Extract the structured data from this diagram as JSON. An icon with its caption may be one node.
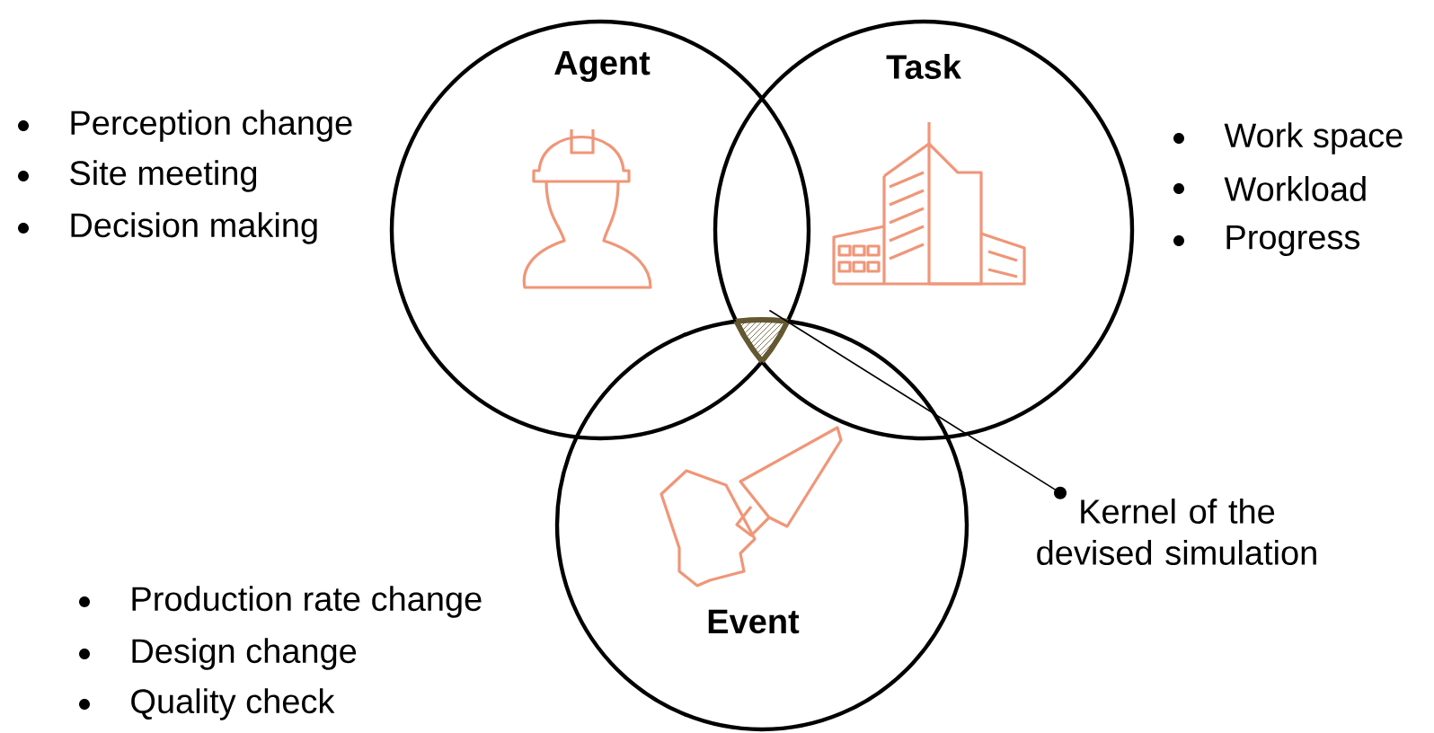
{
  "diagram": {
    "nodes": [
      {
        "text": [
          "Agent"
        ]
      },
      {
        "text": [
          "Task"
        ]
      },
      {
        "text": [
          "Event"
        ]
      },
      {
        "text": [
          "Kernel of the devised simulation"
        ]
      },
      {
        "text": [],
        "shape": "triangle"
      }
    ],
    "edges": [
      {
        "from": 3,
        "to": 4,
        "arrow": "other"
      }
    ],
    "labels": [
      "Perception change",
      "Site meeting",
      "Decision making",
      "Work space",
      "Workload",
      "Progress",
      "Production rate change",
      "Design change",
      "Quality check"
    ]
  }
}
